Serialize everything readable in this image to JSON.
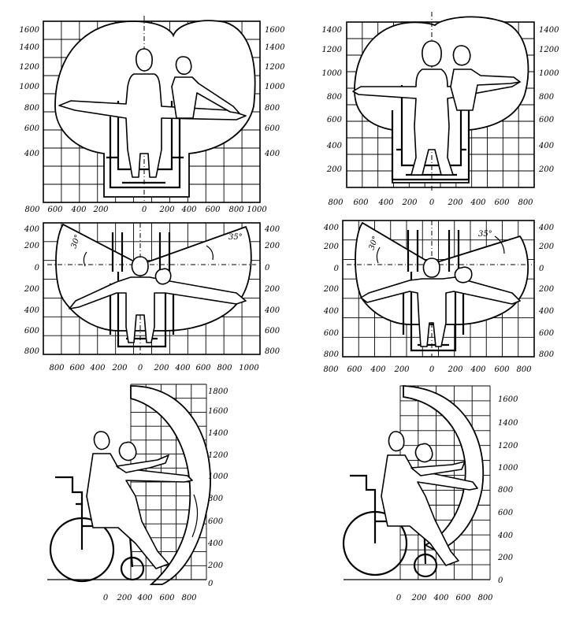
{
  "panels": {
    "a": {
      "left_ticks": [
        "1600",
        "1400",
        "1200",
        "1000",
        "800",
        "600",
        "400"
      ],
      "right_ticks": [
        "1600",
        "1400",
        "1200",
        "1000",
        "800",
        "600",
        "400"
      ],
      "bottom_ticks": [
        "800",
        "600",
        "400",
        "200",
        "0",
        "200",
        "400",
        "600",
        "800",
        "1000"
      ]
    },
    "b": {
      "left_ticks": [
        "1400",
        "1200",
        "1000",
        "800",
        "600",
        "400",
        "200"
      ],
      "right_ticks": [
        "1400",
        "1200",
        "1000",
        "800",
        "600",
        "400",
        "200"
      ],
      "bottom_ticks": [
        "800",
        "600",
        "400",
        "200",
        "0",
        "200",
        "400",
        "600",
        "800"
      ]
    },
    "c": {
      "left_ticks": [
        "400",
        "200",
        "0",
        "200",
        "400",
        "600",
        "800"
      ],
      "right_ticks": [
        "400",
        "200",
        "0",
        "200",
        "400",
        "600",
        "800"
      ],
      "bottom_ticks": [
        "800",
        "600",
        "400",
        "200",
        "0",
        "200",
        "400",
        "600",
        "800",
        "1000"
      ],
      "angle_left": "30°",
      "angle_right": "35°"
    },
    "d": {
      "left_ticks": [
        "400",
        "200",
        "0",
        "200",
        "400",
        "600",
        "800"
      ],
      "right_ticks": [
        "400",
        "200",
        "0",
        "200",
        "400",
        "600",
        "800"
      ],
      "bottom_ticks": [
        "800",
        "600",
        "400",
        "200",
        "0",
        "200",
        "400",
        "600",
        "800"
      ],
      "angle_left": "30°",
      "angle_right": "35°"
    },
    "e": {
      "right_ticks": [
        "1800",
        "1600",
        "1400",
        "1200",
        "1000",
        "800",
        "600",
        "400",
        "200",
        "0"
      ],
      "bottom_ticks": [
        "0",
        "200",
        "400",
        "600",
        "800"
      ]
    },
    "f": {
      "right_ticks": [
        "1600",
        "1400",
        "1200",
        "1000",
        "800",
        "600",
        "400",
        "200",
        "0"
      ],
      "bottom_ticks": [
        "0",
        "200",
        "400",
        "600",
        "800"
      ]
    }
  }
}
